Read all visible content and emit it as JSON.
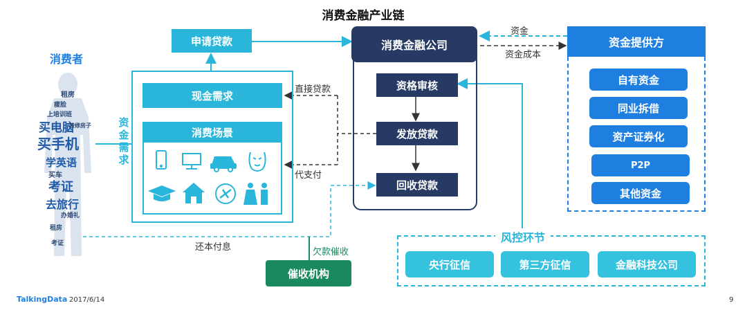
{
  "title": "消费金融产业链",
  "consumer": {
    "label": "消费者",
    "words": [
      "买手机",
      "买电脑",
      "学英语",
      "考证",
      "去旅行",
      "租房",
      "瘦脸",
      "装修房子",
      "上培训班",
      "买车",
      "办婚礼",
      "租房",
      "考证"
    ]
  },
  "left": {
    "apply_loan": "申请贷款",
    "cash_need": "现金需求",
    "scene": "消费场景",
    "fund_need": "资金需求"
  },
  "company": {
    "title": "消费金融公司",
    "steps": [
      "资格审核",
      "发放贷款",
      "回收贷款"
    ]
  },
  "provider": {
    "title": "资金提供方",
    "items": [
      "自有资金",
      "同业拆借",
      "资产证券化",
      "P2P",
      "其他资金"
    ]
  },
  "risk": {
    "title": "风控环节",
    "items": [
      "央行征信",
      "第三方征信",
      "金融科技公司"
    ]
  },
  "collection": {
    "label": "催收机构",
    "arrow_label": "欠款催收"
  },
  "edges": {
    "fund": "资金",
    "fund_cost": "资金成本",
    "direct_loan": "直接贷款",
    "pay_on_behalf": "代支付",
    "repay": "还本付息"
  },
  "footer": {
    "brand": "TalkingData",
    "date": "2017/6/14",
    "page": "9"
  },
  "colors": {
    "cyan": "#2ab6da",
    "blue": "#1f7fe0",
    "navy": "#263a63",
    "teal": "#35c2df",
    "green": "#1a8a5e"
  }
}
